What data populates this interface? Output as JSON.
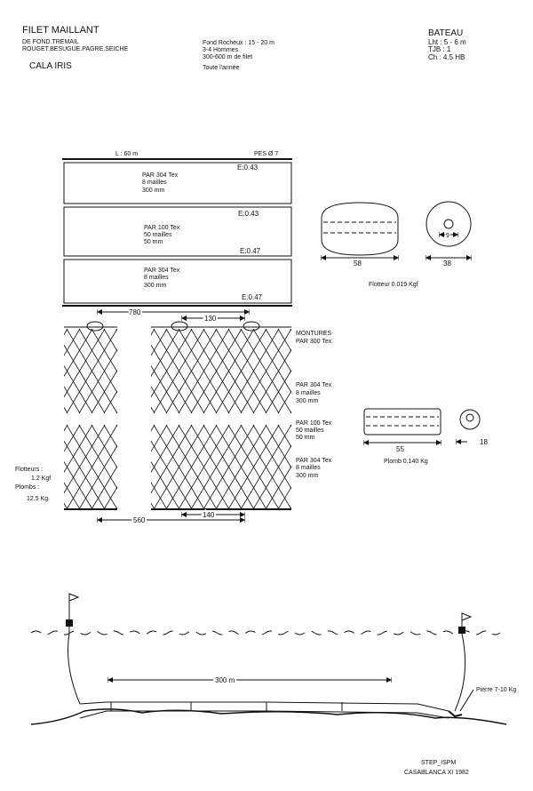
{
  "header": {
    "title": "FILET MAILLANT",
    "subtitle1": "DE  FOND.TREMAIL",
    "subtitle2": "ROUGET.BESUGUE.PAGRE.SEICHE",
    "location": "CALA IRIS",
    "info": [
      "Fond Rocheux : 15 - 20 m",
      "3-4 Hommes",
      "300-600 m de filet",
      "Toute l'année"
    ],
    "boat_title": "BATEAU",
    "boat": [
      "Lht : 5 - 6 m",
      "TJB : 1",
      "Ch : 4.5 HB"
    ]
  },
  "plan": {
    "length": "L : 60 m",
    "headrope": "PES Ø 7",
    "panels": [
      {
        "e_top": "E:0.43",
        "lines": [
          "PAR 304 Tex",
          "8 mailles",
          "300 mm"
        ]
      },
      {
        "e_top": "E:0.43",
        "lines": [
          "PAR 100 Tex",
          "50 mailles",
          "50 mm"
        ],
        "e_bottom": "E:0.47"
      },
      {
        "lines": [
          "PAR 304 Tex",
          "8 mailles",
          "300 mm"
        ],
        "e_bottom": "E:0.47"
      }
    ]
  },
  "float": {
    "length": "58",
    "hole": "9",
    "diameter": "38",
    "label": "Flotteur 0.019 Kgf"
  },
  "rigging": {
    "dim_780": "780",
    "dim_130": "130",
    "dim_140": "140",
    "dim_560": "560",
    "labels": [
      [
        "MONTURES",
        "PAR 300 Tex"
      ],
      [
        "PAR 304 Tex",
        "8 mailles",
        "300 mm"
      ],
      [
        "PAR 100 Tex",
        "50 mailles",
        "50 mm"
      ],
      [
        "PAR 304 Tex",
        "8 mailles",
        "300 mm"
      ]
    ],
    "left": [
      "Flotteurs :",
      "1.2 Kgf",
      "Plombs :",
      "12.5 Kg"
    ]
  },
  "lead": {
    "length": "55",
    "diameter": "18",
    "label": "Plomb 0.140 Kg"
  },
  "scene": {
    "length": "300 m",
    "anchor": "Pierre  7-10 Kg"
  },
  "footer": {
    "line1": "STEP_ISPM",
    "line2": "CASABLANCA  XI  1982"
  }
}
